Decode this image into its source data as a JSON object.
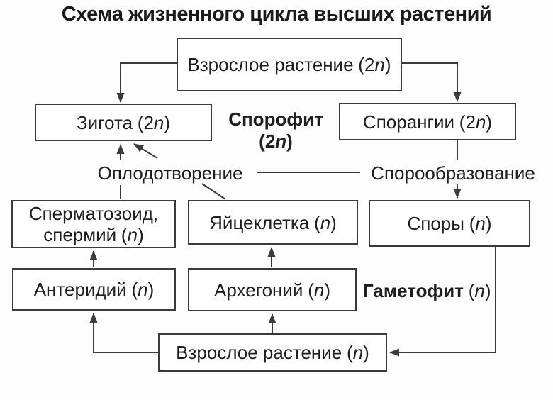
{
  "title": "Схема жизненного цикла высших растений",
  "punct": {
    "open": "(",
    "n": "n",
    "close": ")"
  },
  "nodes": {
    "adult_2n": {
      "label": "Взрослое растение",
      "ploidy_num": "2"
    },
    "zygote": {
      "label": "Зигота",
      "ploidy_num": "2"
    },
    "sporangia": {
      "label": "Спорангии",
      "ploidy_num": "2"
    },
    "sperm": {
      "label_line1": "Сперматозоид,",
      "label_line2": "спермий",
      "ploidy_num": ""
    },
    "egg": {
      "label": "Яйцеклетка",
      "ploidy_num": ""
    },
    "spores": {
      "label": "Споры",
      "ploidy_num": ""
    },
    "antheridium": {
      "label": "Антеридий",
      "ploidy_num": ""
    },
    "archegonium": {
      "label": "Архегоний",
      "ploidy_num": ""
    },
    "adult_n": {
      "label": "Взрослое растение",
      "ploidy_num": ""
    }
  },
  "labels": {
    "sporophyte": {
      "word": "Спорофит",
      "ploidy_num": "2"
    },
    "gametophyte": {
      "word": "Гаметофит",
      "ploidy_num": ""
    },
    "fertilization": "Оплодотворение",
    "sporulation": "Спорообразование"
  },
  "colors": {
    "background": "#fdfdfd",
    "box_fill": "#ffffff",
    "line": "#3b3b3b",
    "text": "#1e1e1e"
  }
}
